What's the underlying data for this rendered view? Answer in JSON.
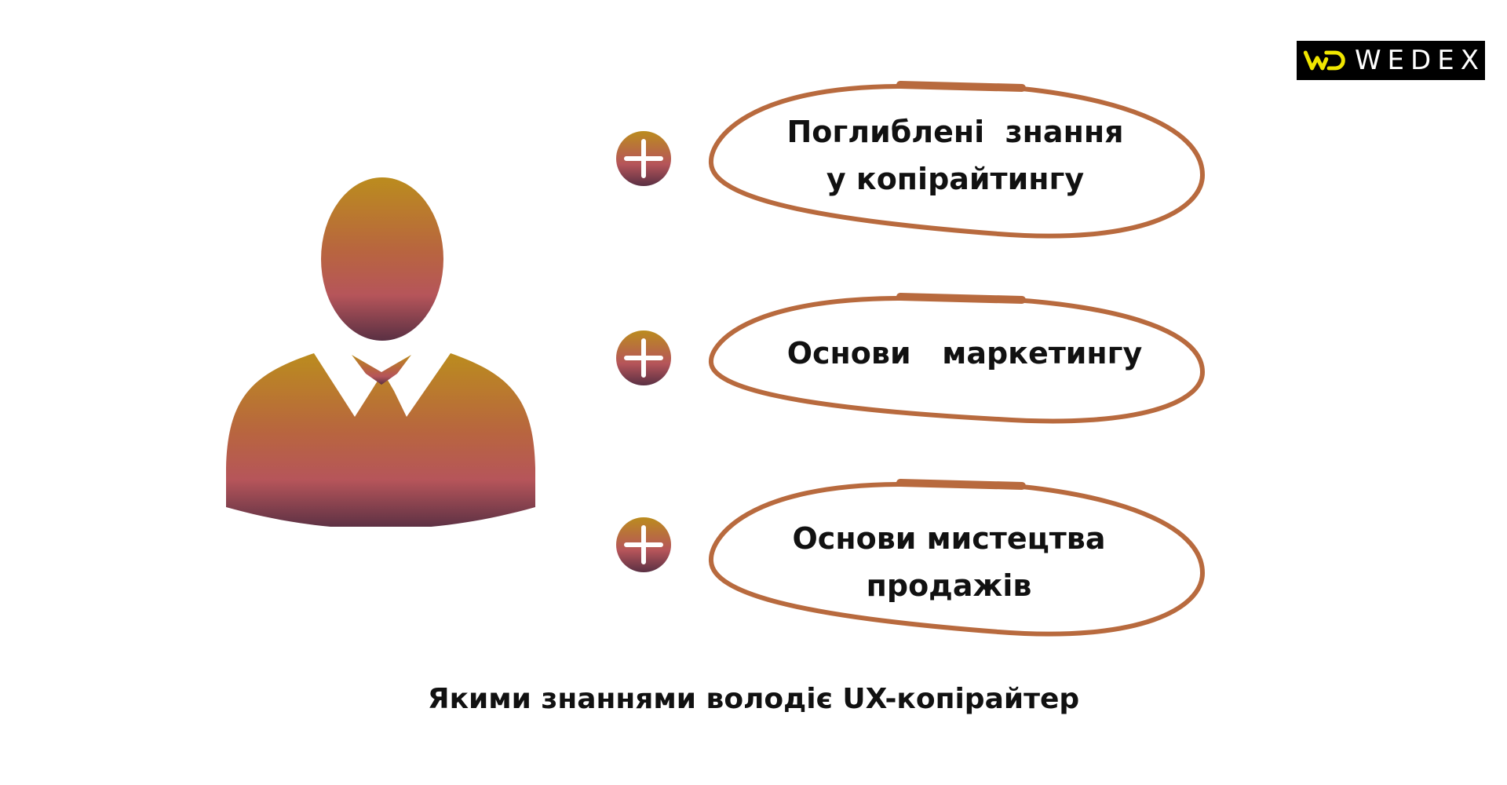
{
  "brand": {
    "logo_text": "WEDEX",
    "logo_mark_color": "#f0e600",
    "logo_background": "#000000"
  },
  "figure": {
    "gradient_top": "#bb8c1e",
    "gradient_mid": "#b6555a",
    "gradient_bottom": "#5a3043"
  },
  "items": [
    {
      "label": "Поглиблені  знання\nу копірайтингу",
      "icon": "plus-icon"
    },
    {
      "label": "Основи   маркетингу",
      "icon": "plus-icon"
    },
    {
      "label": "Основи мистецтва\nпродажів",
      "icon": "plus-icon"
    }
  ],
  "ellipse_color": "#b86a3e",
  "caption": "Якими знаннями володіє UX-копірайтер"
}
